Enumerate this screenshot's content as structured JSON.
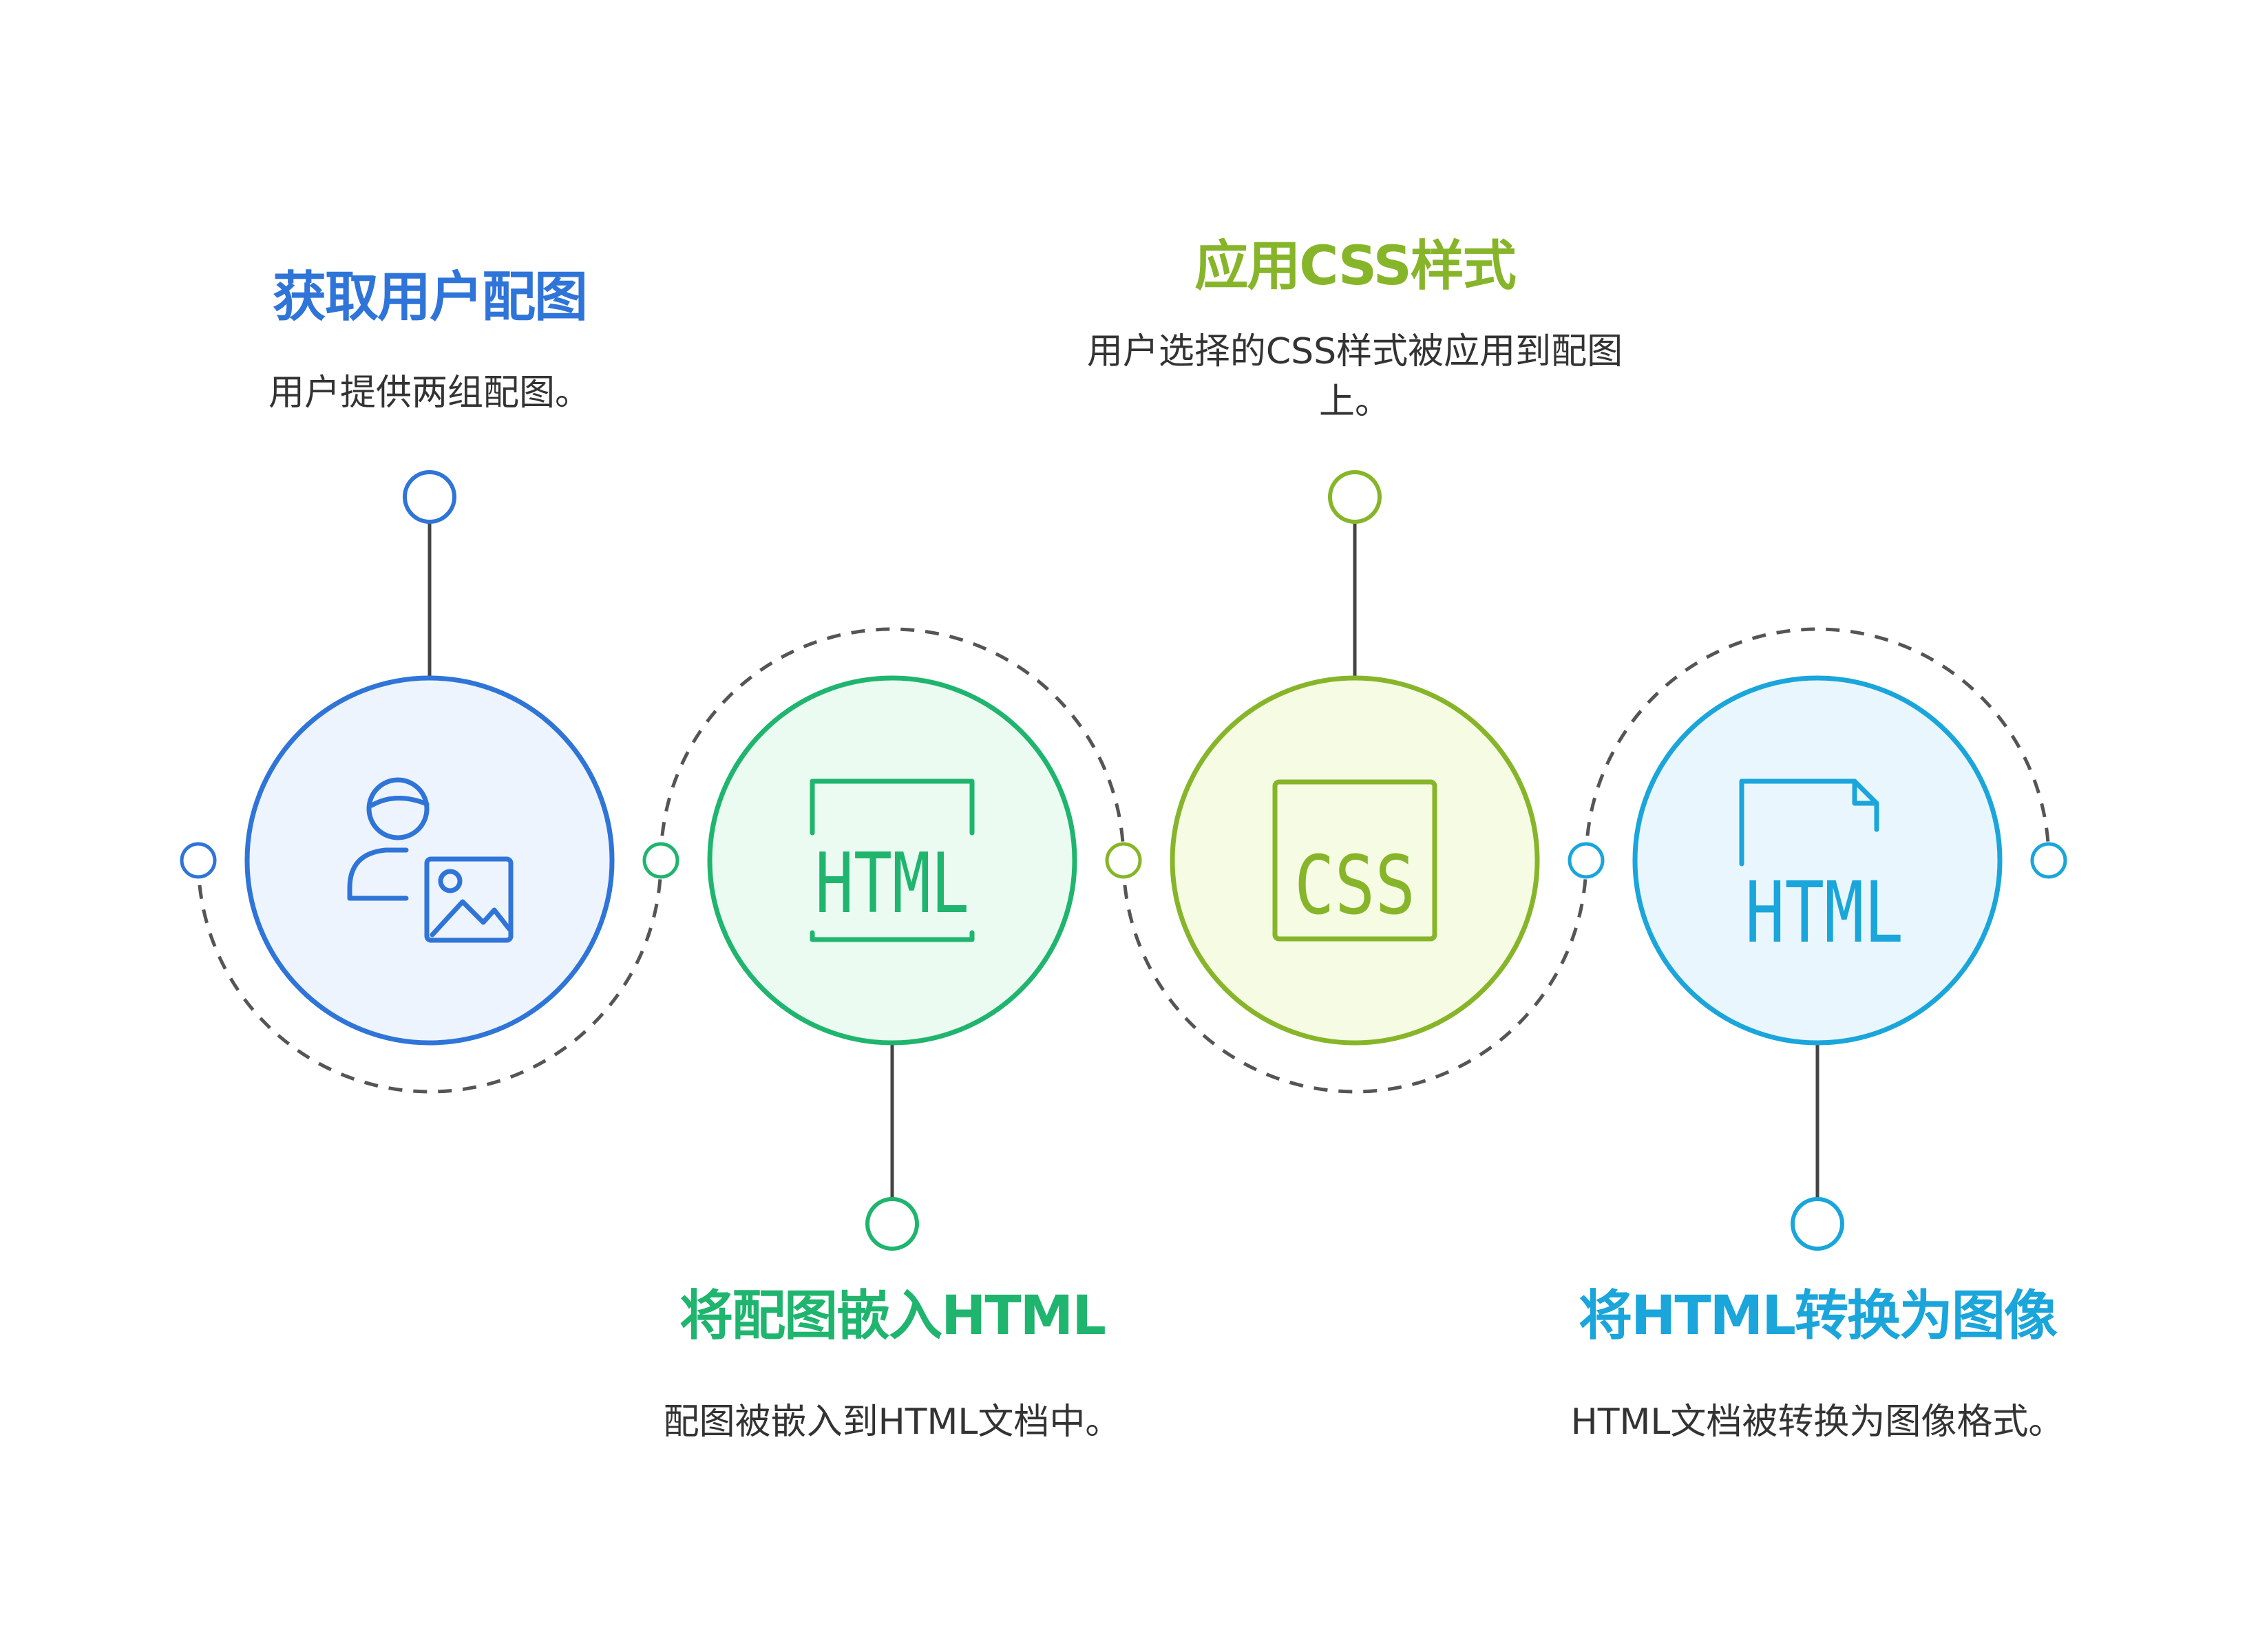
{
  "steps": [
    {
      "title": "获取用户配图",
      "desc": "用户提供两组配图。",
      "icon": "user-image-icon",
      "icon_text": "",
      "color": "#2f74d8",
      "fill": "#eef4fd"
    },
    {
      "title": "将配图嵌入HTML",
      "desc": "配图被嵌入到HTML文档中。",
      "icon": "html-tag-icon",
      "icon_text": "HTML",
      "color": "#1fb56e",
      "fill": "#ebfbf2"
    },
    {
      "title": "应用CSS样式",
      "desc": "用户选择的CSS样式被应用到配图上。",
      "icon": "css-box-icon",
      "icon_text": "CSS",
      "color": "#87b52a",
      "fill": "#f6fbe3"
    },
    {
      "title": "将HTML转换为图像",
      "desc": "HTML文档被转换为图像格式。",
      "icon": "html-file-icon",
      "icon_text": "HTML",
      "color": "#1aa5db",
      "fill": "#eaf6fd"
    }
  ],
  "colors": {
    "connector": "#444444",
    "dashed": "#555555",
    "desc_text": "#333333"
  }
}
